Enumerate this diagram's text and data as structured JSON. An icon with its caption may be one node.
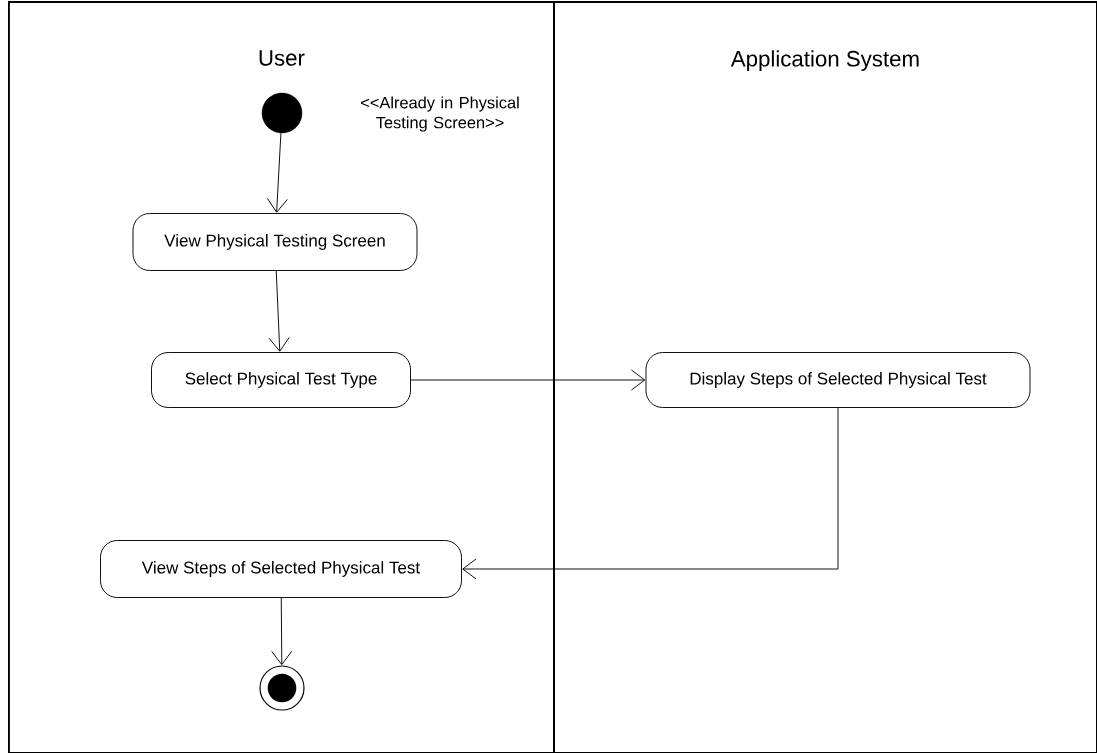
{
  "diagram": {
    "nodes": [
      {
        "text": [
          "User"
        ]
      },
      {
        "text": [
          "Application System"
        ]
      },
      {
        "text": [],
        "shape": "circle",
        "in": 0,
        "beside": [
          "<<Already in Physical Testing Screen>>"
        ]
      },
      {
        "text": [
          "View Physical Testing Screen"
        ],
        "in": 0
      },
      {
        "text": [
          "Select Physical Test Type"
        ],
        "in": 0
      },
      {
        "text": [
          "Display Steps of Selected Physical Test"
        ],
        "in": 1
      },
      {
        "text": [
          "View Steps of Selected Physical Test"
        ],
        "in": 0
      },
      {
        "text": [],
        "shape": "bullseye",
        "in": 0
      }
    ],
    "edges": [
      {
        "from": 2,
        "to": 3,
        "arrow": "to"
      },
      {
        "from": 3,
        "to": 4,
        "arrow": "to"
      },
      {
        "from": 4,
        "to": 5,
        "arrow": "to"
      },
      {
        "from": 5,
        "to": 6,
        "arrow": "to"
      },
      {
        "from": 6,
        "to": 7,
        "arrow": "to"
      }
    ]
  }
}
